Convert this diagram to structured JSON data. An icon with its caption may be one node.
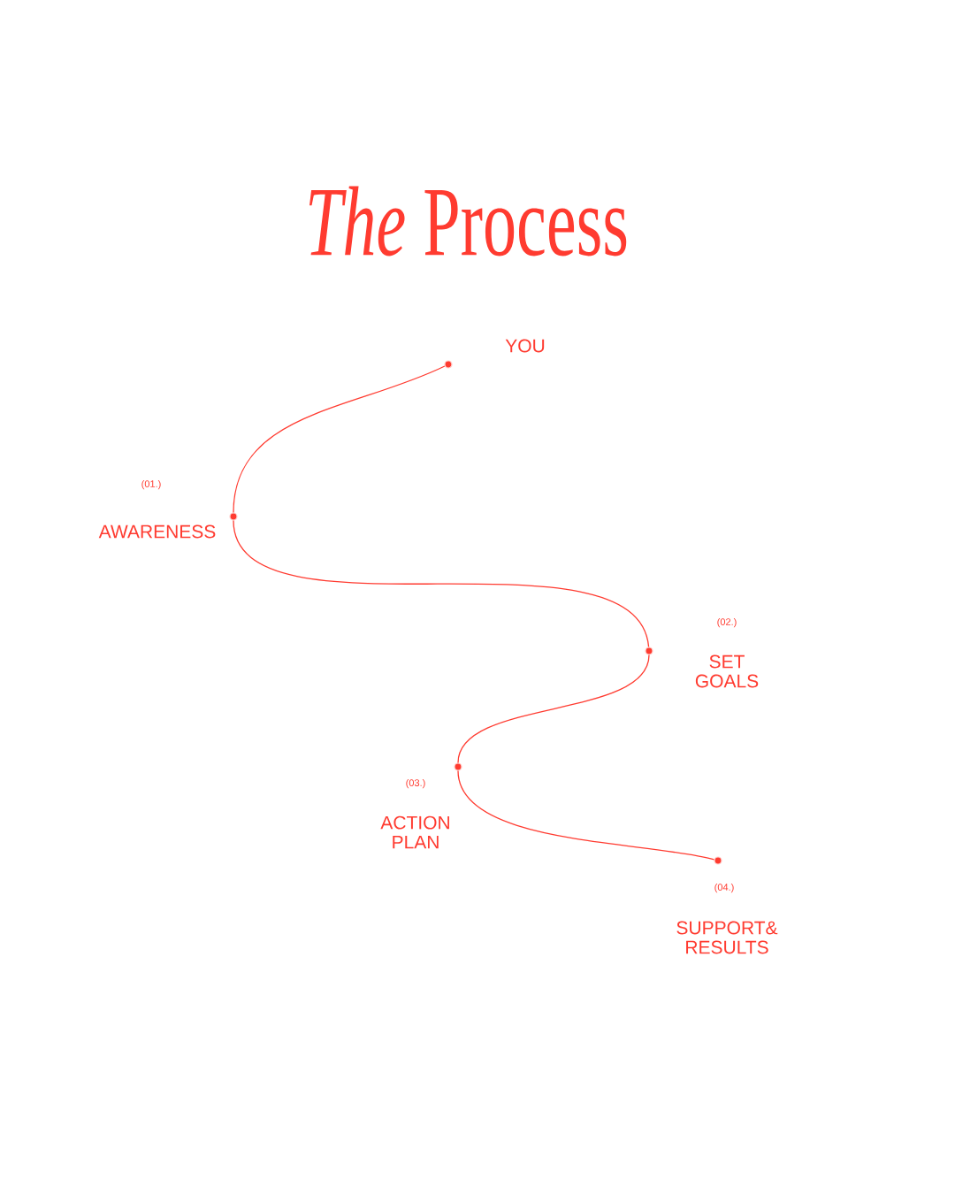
{
  "diagram": {
    "title": "*The* Process",
    "nodes": [
      {
        "text": [],
        "shape": "circle",
        "beside": [
          "YOU"
        ]
      },
      {
        "text": [],
        "shape": "circle",
        "beside": [
          "(01.)",
          "AWARENESS"
        ]
      },
      {
        "text": [],
        "shape": "circle",
        "beside": [
          "(02.)",
          "SET GOALS"
        ]
      },
      {
        "text": [],
        "shape": "circle",
        "beside": [
          "(03.)",
          "ACTION PLAN"
        ]
      },
      {
        "text": [],
        "shape": "circle",
        "beside": [
          "(04.)",
          "SUPPORT& RESULTS"
        ]
      }
    ],
    "edges": [
      {
        "from": 0,
        "to": 1,
        "arrow": "none"
      },
      {
        "from": 1,
        "to": 2,
        "arrow": "none"
      },
      {
        "from": 2,
        "to": 3,
        "arrow": "none"
      },
      {
        "from": 3,
        "to": 4,
        "arrow": "none"
      }
    ]
  }
}
